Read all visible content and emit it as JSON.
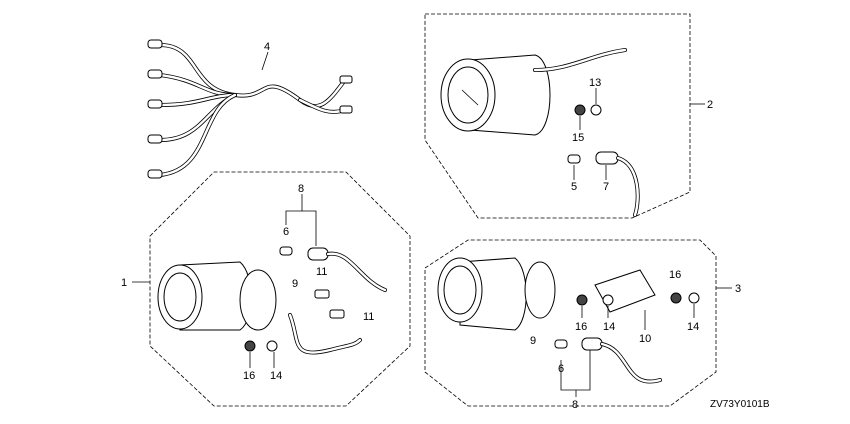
{
  "diagram": {
    "code": "ZV73Y0101B",
    "callouts": {
      "c4": "4",
      "c2": "2",
      "c13": "13",
      "c15": "15",
      "c5": "5",
      "c7": "7",
      "c8a": "8",
      "c6a": "6",
      "c11a": "11",
      "c9a": "9",
      "c11b": "11",
      "c1": "1",
      "c16a": "16",
      "c14a": "14",
      "c3": "3",
      "c16b": "16",
      "c9b": "9",
      "c16c": "16",
      "c14b": "14",
      "c10": "10",
      "c14c": "14",
      "c6b": "6",
      "c8b": "8"
    }
  }
}
